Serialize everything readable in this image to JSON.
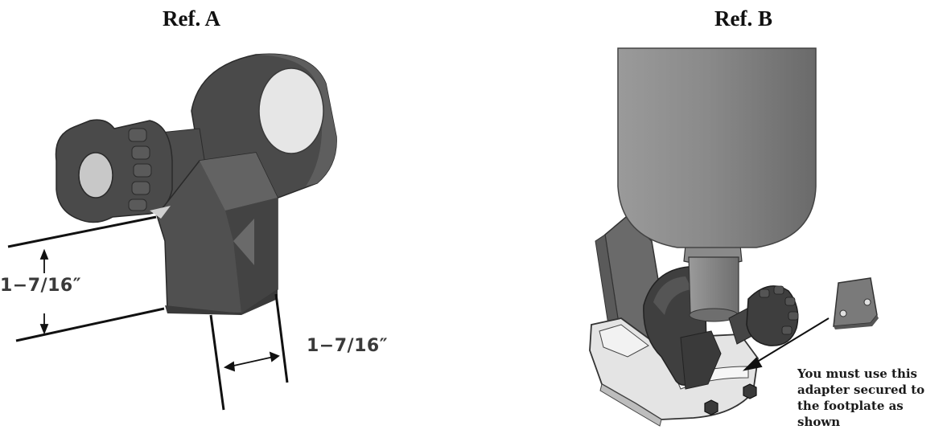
{
  "panels": {
    "a": {
      "title": "Ref. A",
      "dimension_vertical": "1−7/16″",
      "dimension_horizontal": "1−7/16″"
    },
    "b": {
      "title": "Ref. B",
      "note_lines": [
        "You must use this",
        "adapter secured to",
        "the footplate as",
        "shown"
      ]
    }
  },
  "colors": {
    "clamp_dark": "#4a4a4a",
    "clamp_mid": "#5c5c5c",
    "clamp_light": "#6e6e6e",
    "knob_face": "#c8c8c8",
    "bore": "#e6e6e6",
    "cylinder": "#8a8a8a",
    "footplate": "#e4e4e4",
    "lines": "#111111"
  }
}
